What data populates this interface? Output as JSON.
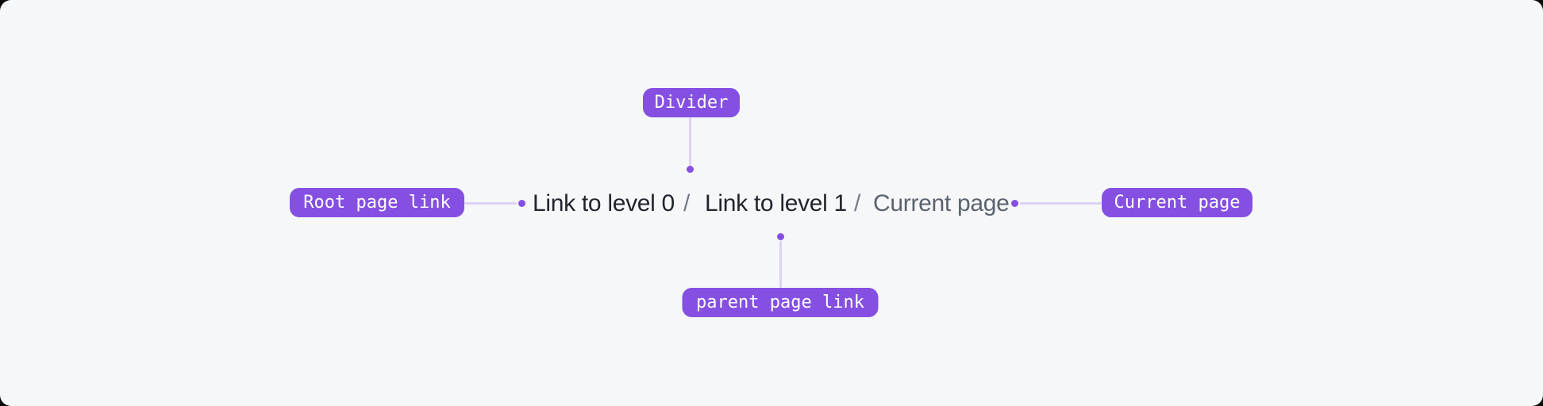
{
  "colors": {
    "accent": "#8550E2",
    "connector": "#DDD1F4",
    "canvas-bg": "#F6F7F9",
    "outside-bg": "#0A0A0A",
    "link-text": "#22252D",
    "separator-text": "#737B89",
    "current-text": "#5B6370",
    "pill-text": "#FFFFFF"
  },
  "breadcrumb": {
    "separator": "/",
    "items": [
      {
        "label": "Link to level 0"
      },
      {
        "label": "Link to level 1"
      },
      {
        "label": "Current page"
      }
    ]
  },
  "annotations": {
    "divider": {
      "label": "Divider"
    },
    "root": {
      "label": "Root page link"
    },
    "current": {
      "label": "Current page"
    },
    "parent": {
      "label": "parent page link"
    }
  }
}
